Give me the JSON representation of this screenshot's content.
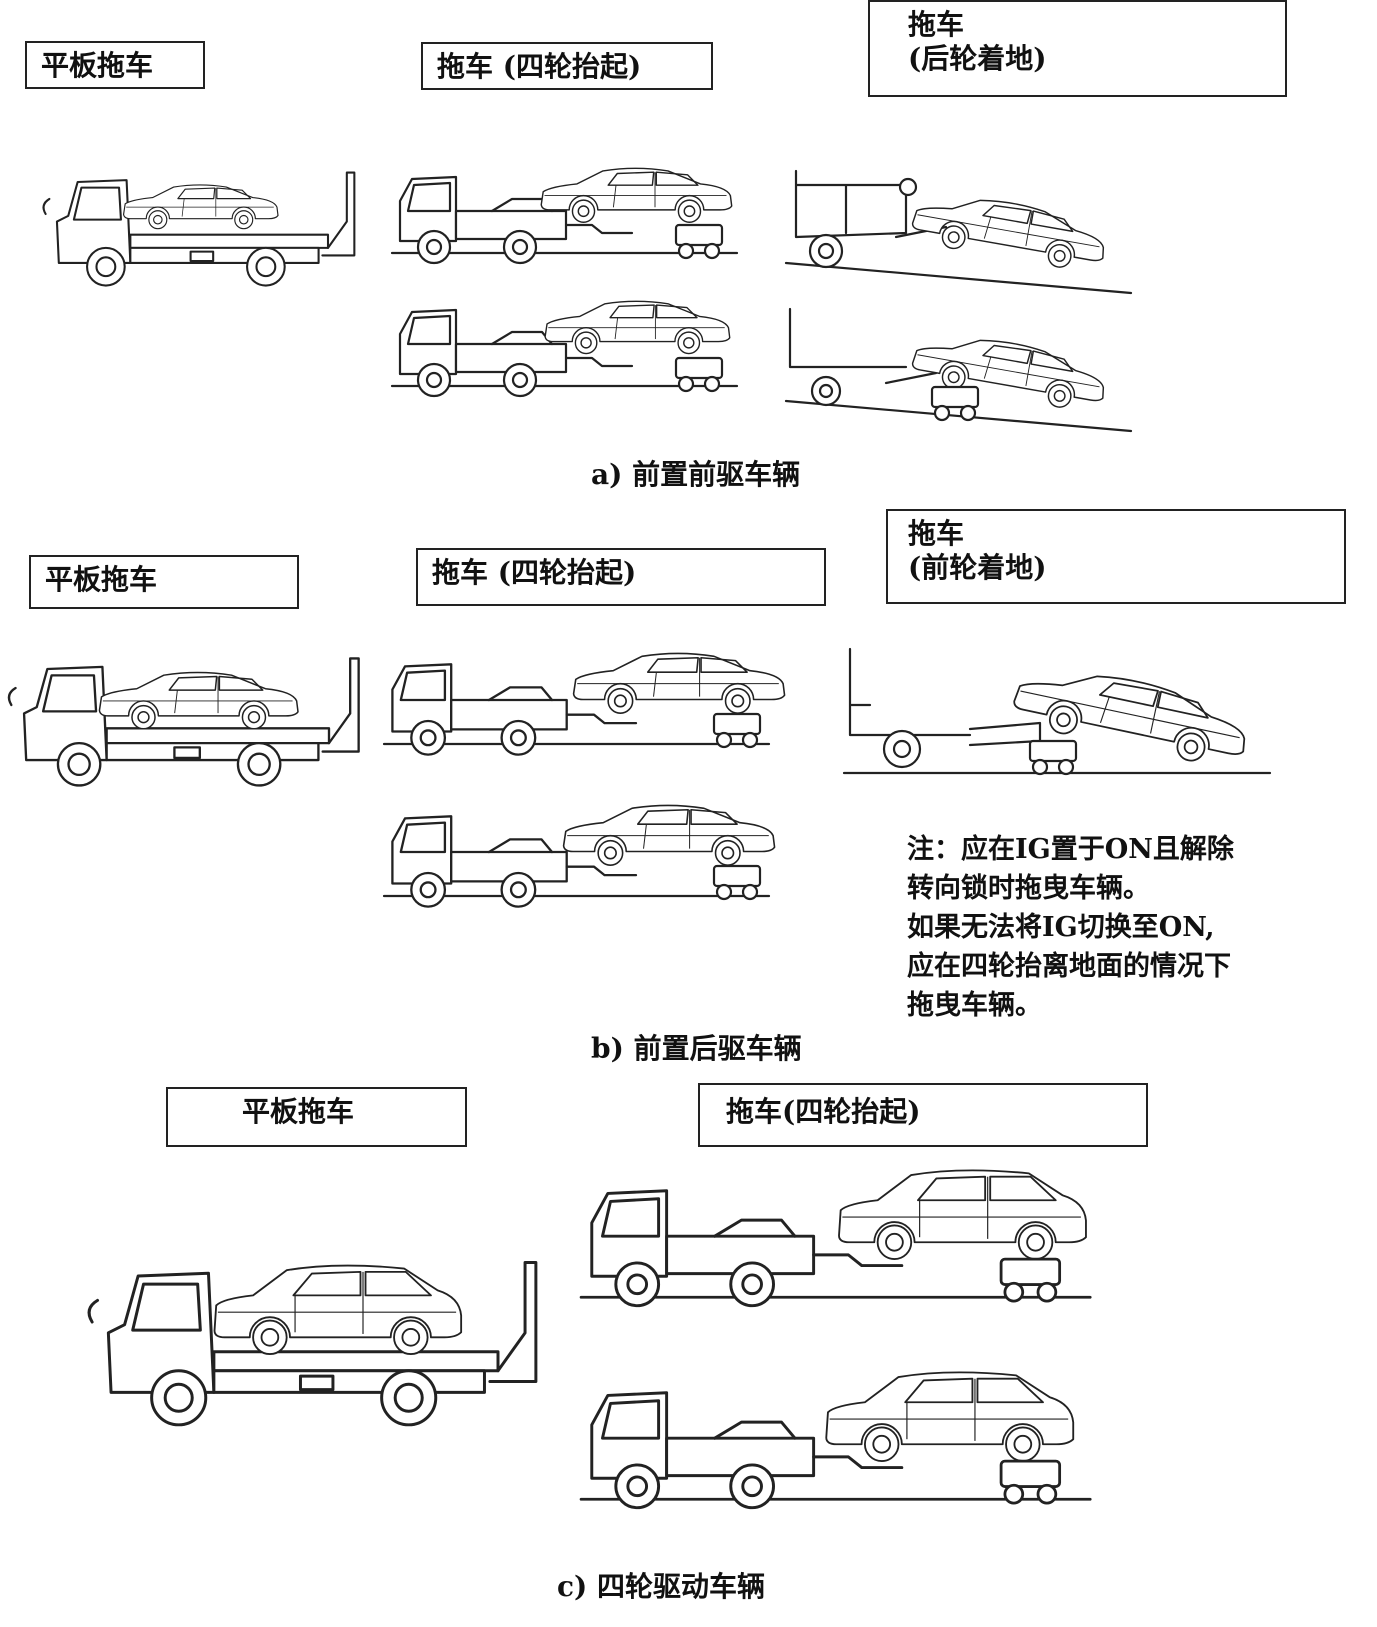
{
  "sections": {
    "a": {
      "caption": "a) 前置前驱车辆",
      "labels": {
        "flatbed": "平板拖车",
        "four_lift": "拖车 (四轮抬起)",
        "tow_title": "拖车",
        "tow_sub": "(后轮着地)"
      }
    },
    "b": {
      "caption": "b)  前置后驱车辆",
      "labels": {
        "flatbed": "平板拖车",
        "four_lift": "拖车 (四轮抬起)",
        "tow_title": "拖车",
        "tow_sub": "(前轮着地)"
      },
      "note": {
        "line1": "注：应在IG置于ON且解除",
        "line2": "转向锁时拖曳车辆。",
        "line3": "如果无法将IG切换至ON,",
        "line4": "应在四轮抬离地面的情况下",
        "line5": "拖曳车辆。"
      }
    },
    "c": {
      "caption": "c) 四轮驱动车辆",
      "labels": {
        "flatbed": "平板拖车",
        "four_lift": "拖车(四轮抬起)"
      }
    }
  }
}
